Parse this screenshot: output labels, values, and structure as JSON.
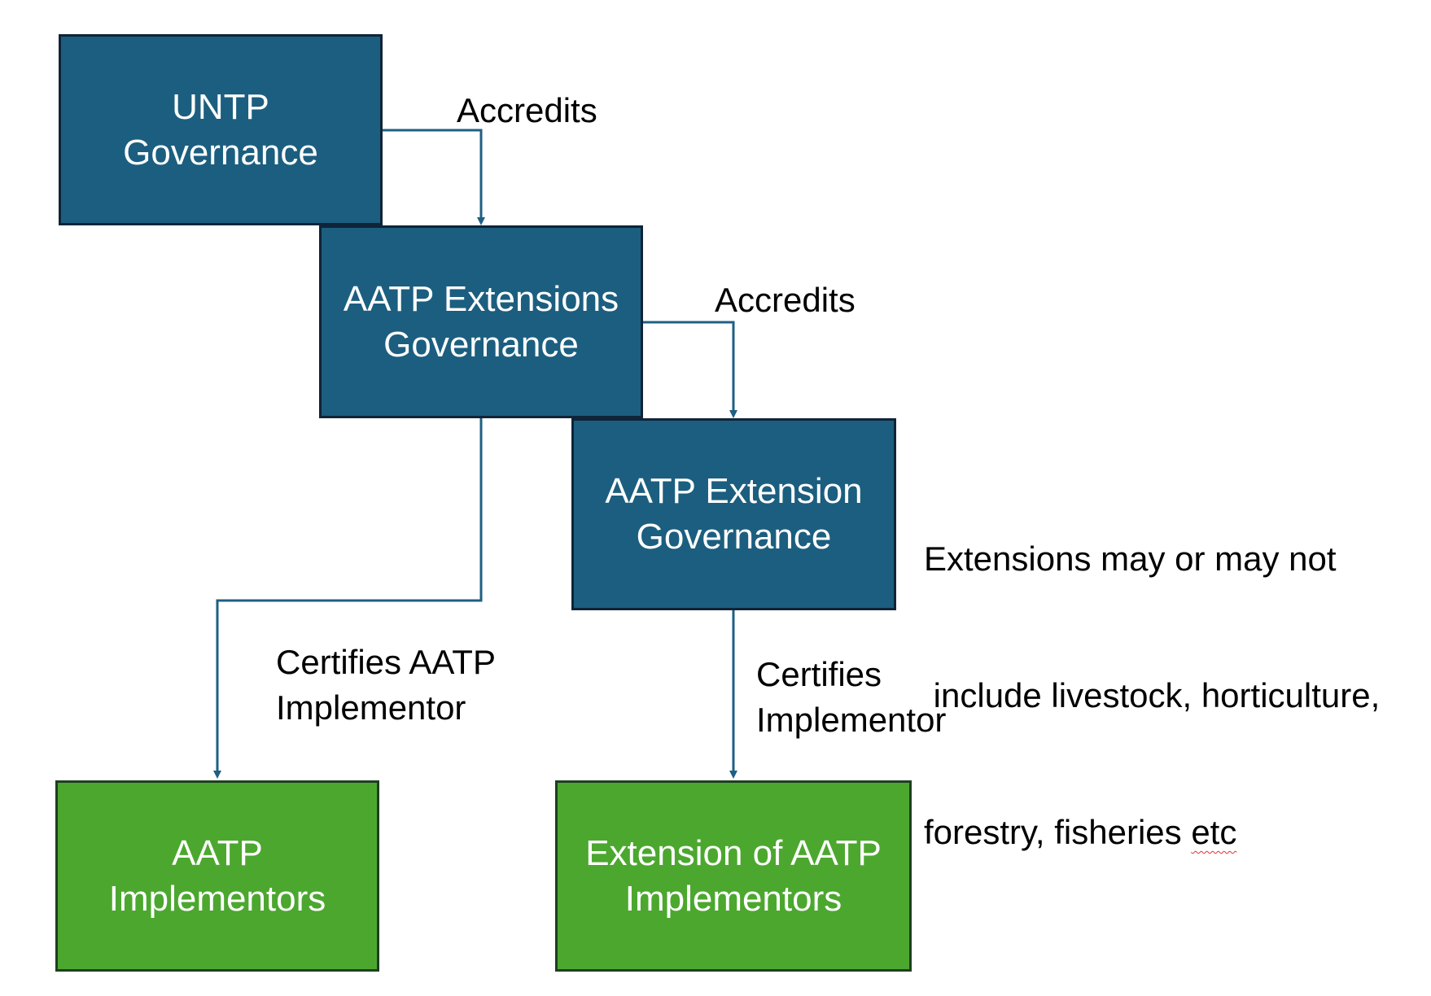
{
  "diagram": {
    "nodes": {
      "untp": "UNTP\nGovernance",
      "aatp_extensions": "AATP Extensions\nGovernance",
      "aatp_extension": "AATP Extension\nGovernance",
      "aatp_implementors": "AATP\nImplementors",
      "extension_implementors": "Extension of AATP\nImplementors"
    },
    "edges": {
      "accredits_1": "Accredits",
      "accredits_2": "Accredits",
      "certifies_aatp": "Certifies AATP\nImplementor",
      "certifies_extension": "Certifies\nImplementor"
    },
    "note": {
      "line1": "Extensions may or may not",
      "line2": " include livestock, horticulture,",
      "line3_prefix": "forestry, fisheries ",
      "line3_flagged": "etc"
    },
    "colors": {
      "governance_box": "#1c5e7f",
      "implementor_box": "#4ca72f",
      "connector": "#1f5f84"
    }
  }
}
